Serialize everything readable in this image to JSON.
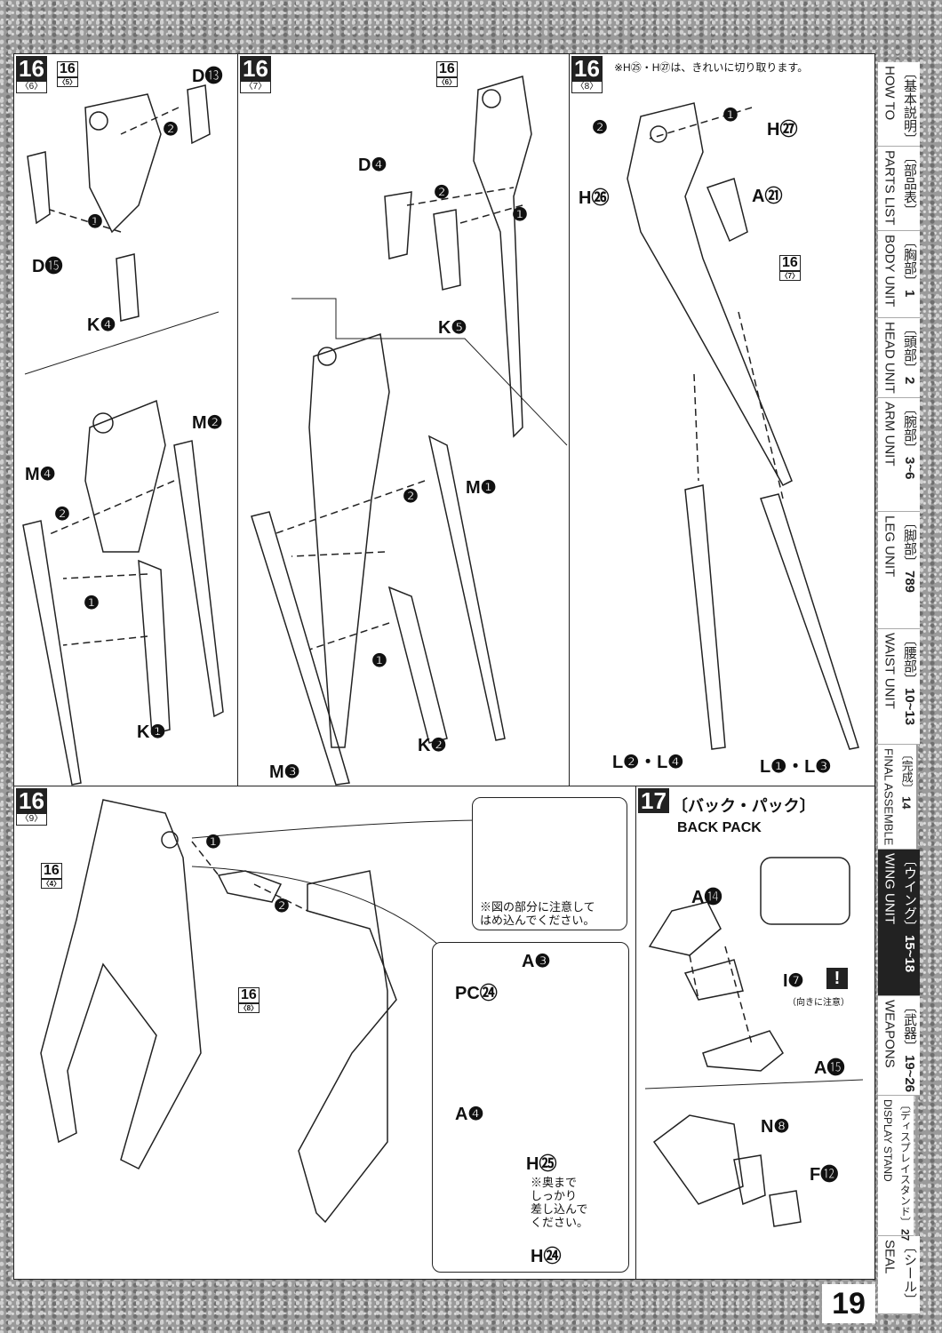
{
  "page_number": "19",
  "panels": {
    "p6": {
      "step": "16",
      "sub": "〈6〉",
      "ref": {
        "num": "16",
        "sub": "〈5〉"
      },
      "labels": [
        "D⓭",
        "D⓯",
        "K❹",
        "M❷",
        "M❹",
        "K❶",
        "❶",
        "❷",
        "❶",
        "❷"
      ]
    },
    "p7": {
      "step": "16",
      "sub": "〈7〉",
      "ref": {
        "num": "16",
        "sub": "〈6〉"
      },
      "labels": [
        "D❹",
        "K❺",
        "M❶",
        "M❸",
        "K❷",
        "❶",
        "❷",
        "❶",
        "❷"
      ]
    },
    "p8": {
      "step": "16",
      "sub": "〈8〉",
      "note": "※H㉕・H㉗は、きれいに切り取ります。",
      "ref": {
        "num": "16",
        "sub": "〈7〉"
      },
      "labels": [
        "H㉗",
        "H㉖",
        "A㉑",
        "L❷・L❹",
        "L❶・L❸",
        "❶",
        "❷"
      ]
    },
    "p9": {
      "step": "16",
      "sub": "〈9〉",
      "ref_a": {
        "num": "16",
        "sub": "〈4〉"
      },
      "ref_b": {
        "num": "16",
        "sub": "〈8〉"
      },
      "labels": [
        "❶",
        "❷",
        "A❸",
        "PC㉔",
        "A❹",
        "H㉕",
        "H㉔"
      ],
      "note_fit": "※図の部分に注意して\nはめ込んでください。",
      "note_push": "※奥まで\nしっかり\n差し込んで\nください。"
    },
    "p17": {
      "step": "17",
      "title_jp": "〔バック・パック〕",
      "title_en": "BACK PACK",
      "labels": [
        "A⓮",
        "I❼",
        "A⓯",
        "N❽",
        "F⓬"
      ],
      "caution": "!",
      "caution_note": "（向きに注意）"
    }
  },
  "sidebar": [
    {
      "jp": "〔基本説明〕",
      "en": "HOW TO",
      "num": ""
    },
    {
      "jp": "〔部品表〕",
      "en": "PARTS LIST",
      "num": ""
    },
    {
      "jp": "〔胸部〕",
      "en": "BODY UNIT",
      "num": "1"
    },
    {
      "jp": "〔頭部〕",
      "en": "HEAD UNIT",
      "num": "2"
    },
    {
      "jp": "〔腕部〕",
      "en": "ARM UNIT",
      "num": "3~6"
    },
    {
      "jp": "〔脚部〕",
      "en": "LEG UNIT",
      "num": "789"
    },
    {
      "jp": "〔腰部〕",
      "en": "WAIST UNIT",
      "num": "10~13"
    },
    {
      "jp": "〔完成〕",
      "en": "FINAL ASSEMBLE",
      "num": "14"
    },
    {
      "jp": "〔ウイング〕",
      "en": "WING UNIT",
      "num": "15~18"
    },
    {
      "jp": "〔武器〕",
      "en": "WEAPONS",
      "num": "19~26"
    },
    {
      "jp": "〔ディスプレイスタンド〕",
      "en": "DISPLAY STAND",
      "num": "27"
    },
    {
      "jp": "〔シール〕",
      "en": "SEAL",
      "num": ""
    }
  ]
}
